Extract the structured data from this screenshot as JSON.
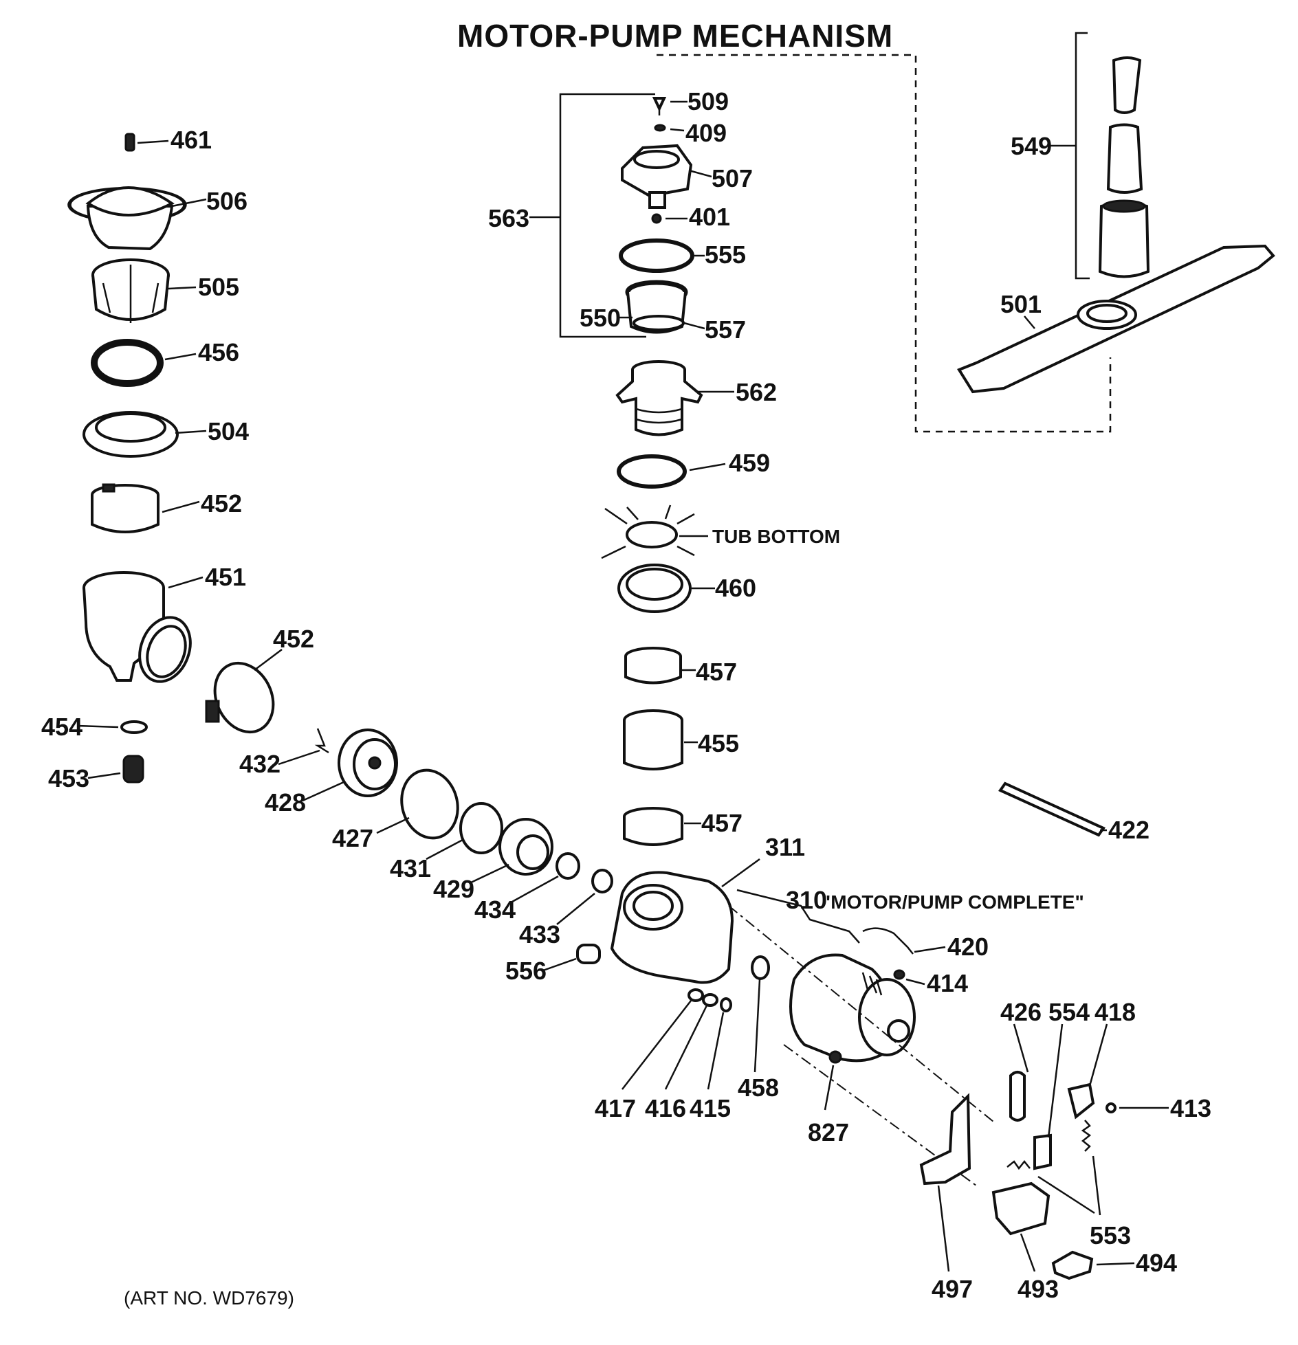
{
  "title": "MOTOR-PUMP MECHANISM",
  "art_number": "(ART NO. WD7679)",
  "annotations": {
    "tub_bottom": "TUB BOTTOM",
    "motor_pump_complete_number": "310",
    "motor_pump_complete": "\"MOTOR/PUMP COMPLETE\""
  },
  "callouts": {
    "p461": "461",
    "p506": "506",
    "p505": "505",
    "p456": "456",
    "p504": "504",
    "p452a": "452",
    "p451": "451",
    "p452b": "452",
    "p454": "454",
    "p453": "453",
    "p432": "432",
    "p428": "428",
    "p427": "427",
    "p431": "431",
    "p429": "429",
    "p434": "434",
    "p433": "433",
    "p556": "556",
    "p417": "417",
    "p416": "416",
    "p415": "415",
    "p458": "458",
    "p827": "827",
    "p311": "311",
    "p509": "509",
    "p409": "409",
    "p507": "507",
    "p401": "401",
    "p555": "555",
    "p563": "563",
    "p550": "550",
    "p557": "557",
    "p562": "562",
    "p459": "459",
    "p460": "460",
    "p457a": "457",
    "p455": "455",
    "p457b": "457",
    "p549": "549",
    "p501": "501",
    "p422": "422",
    "p420": "420",
    "p414": "414",
    "p426": "426",
    "p554": "554",
    "p418": "418",
    "p413": "413",
    "p553": "553",
    "p497": "497",
    "p493": "493",
    "p494": "494"
  }
}
